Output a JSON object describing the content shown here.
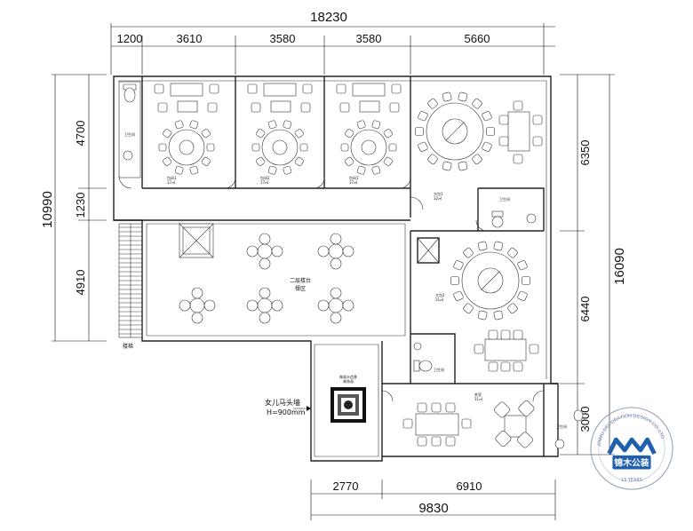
{
  "dimensions": {
    "top_total": "18230",
    "top_segments": [
      "1200",
      "3610",
      "3580",
      "3580",
      "5660"
    ],
    "left_total": "10990",
    "left_segments": [
      "4700",
      "1230",
      "4910"
    ],
    "right_upper": "6350",
    "right_total": "16090",
    "right_mid": "6440",
    "right_lower": "3000",
    "bottom_segments": [
      "2770",
      "6910"
    ],
    "bottom_total": "9830"
  },
  "rooms": {
    "toilet_top_left": "卫生间",
    "private_room_1": "包间1",
    "private_room_2": "包间2",
    "private_room_3": "包间3",
    "area_text": "17㎡",
    "big_room_1": "大包1",
    "big_room_1_area": "32㎡",
    "toilet_right": "卫生间",
    "big_room_2": "大包2",
    "big_room_2_area": "31㎡",
    "toilet_mid": "卫生间",
    "tea_room": "茶室",
    "tea_room_area": "31㎡",
    "toilet_bottom_right": "卫生间",
    "hall_line1": "二层楼台",
    "hall_line2": "餐区",
    "stairs": "楼梯",
    "landscape_line1": "微观水造景",
    "landscape_line2": "装饰画",
    "parapet_line1": "女儿马头墙",
    "parapet_line2": "H=900mm"
  },
  "logo": {
    "brand": "锦木公装",
    "ring_text": "JINMU DECORATION DESIGN CO.,LTD",
    "years": "15 YEARS",
    "color": "#1f5fae"
  }
}
